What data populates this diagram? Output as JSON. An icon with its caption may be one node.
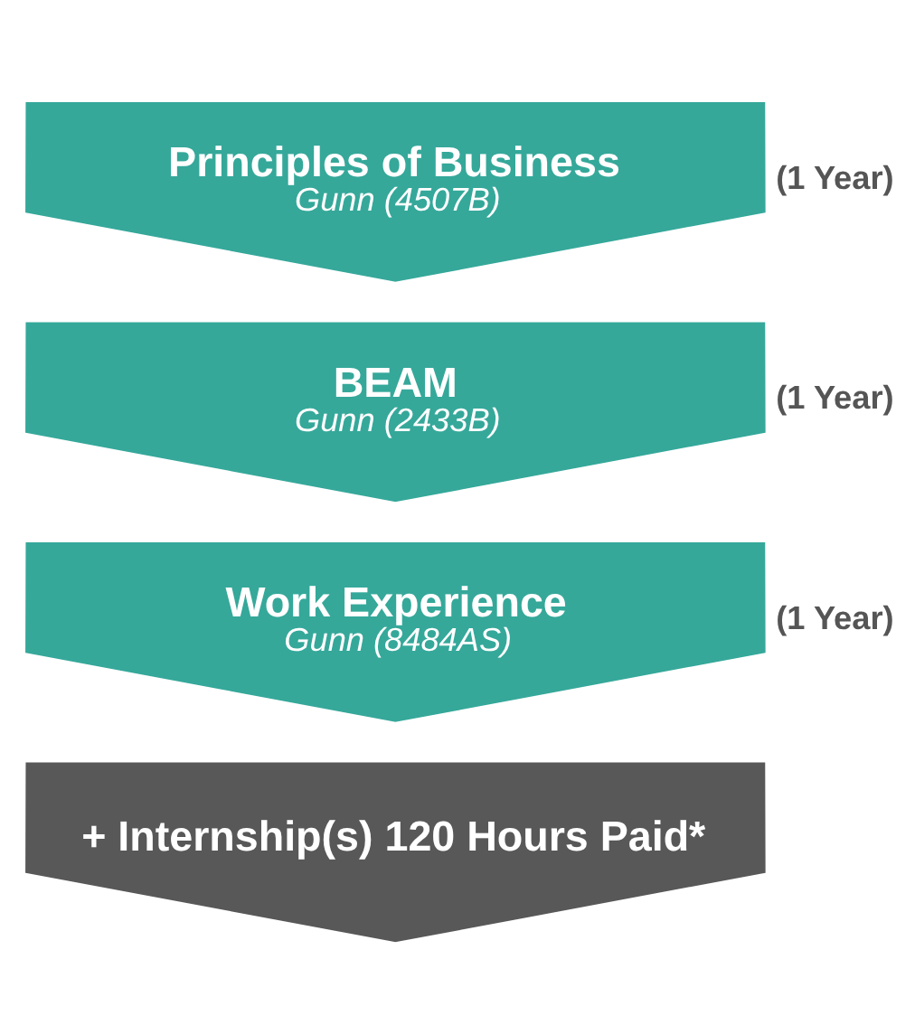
{
  "diagram": {
    "nodes": [
      {
        "text": [
          "Principles of Business",
          "Gunn (4507B)"
        ],
        "beside": [
          "(1 Year)"
        ]
      },
      {
        "text": [
          "BEAM",
          "Gunn (2433B)"
        ],
        "beside": [
          "(1 Year)"
        ]
      },
      {
        "text": [
          "Work Experience",
          "Gunn (8484AS)"
        ],
        "beside": [
          "(1 Year)"
        ]
      },
      {
        "text": [
          "+ Internship(s) 120 Hours Paid*"
        ]
      }
    ]
  }
}
